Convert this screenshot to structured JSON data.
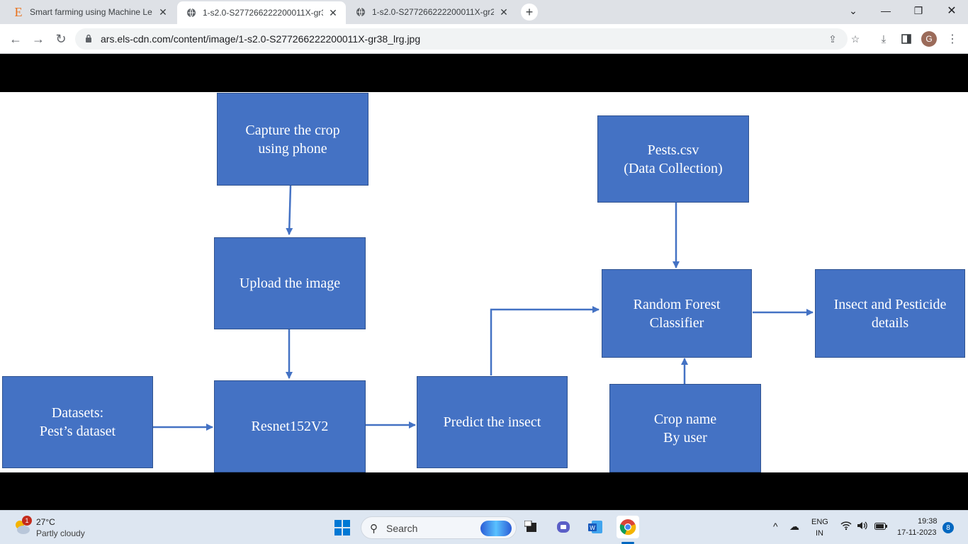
{
  "browser": {
    "tabs": [
      {
        "title": "Smart farming using Machine Le",
        "favicon": "elsevier-e-icon",
        "active": false
      },
      {
        "title": "1-s2.0-S277266222200011X-gr3",
        "favicon": "globe-icon",
        "active": true
      },
      {
        "title": "1-s2.0-S277266222200011X-gr2",
        "favicon": "globe-icon",
        "active": false
      }
    ],
    "new_tab_label": "+",
    "url": "ars.els-cdn.com/content/image/1-s2.0-S277266222200011X-gr38_lrg.jpg",
    "profile_initial": "G"
  },
  "diagram": {
    "boxes": {
      "capture": [
        "Capture the crop",
        "using phone"
      ],
      "upload": [
        "Upload the image"
      ],
      "datasets": [
        "Datasets:",
        "Pest’s dataset"
      ],
      "resnet": [
        "Resnet152V2"
      ],
      "predict": [
        "Predict the insect"
      ],
      "pests_csv": [
        "Pests.csv",
        "(Data Collection)"
      ],
      "random_forest": [
        "Random Forest",
        "Classifier"
      ],
      "insect_details": [
        "Insect and Pesticide",
        "details"
      ],
      "crop_name": [
        "Crop name",
        "By user"
      ]
    },
    "colors": {
      "box_fill": "#4472c4",
      "arrow": "#4472c4"
    }
  },
  "taskbar": {
    "weather_temp": "27°C",
    "weather_desc": "Partly cloudy",
    "weather_badge": "1",
    "search_label": "Search",
    "lang_top": "ENG",
    "lang_bottom": "IN",
    "time": "19:38",
    "date": "17-11-2023",
    "notification_count": "8"
  }
}
